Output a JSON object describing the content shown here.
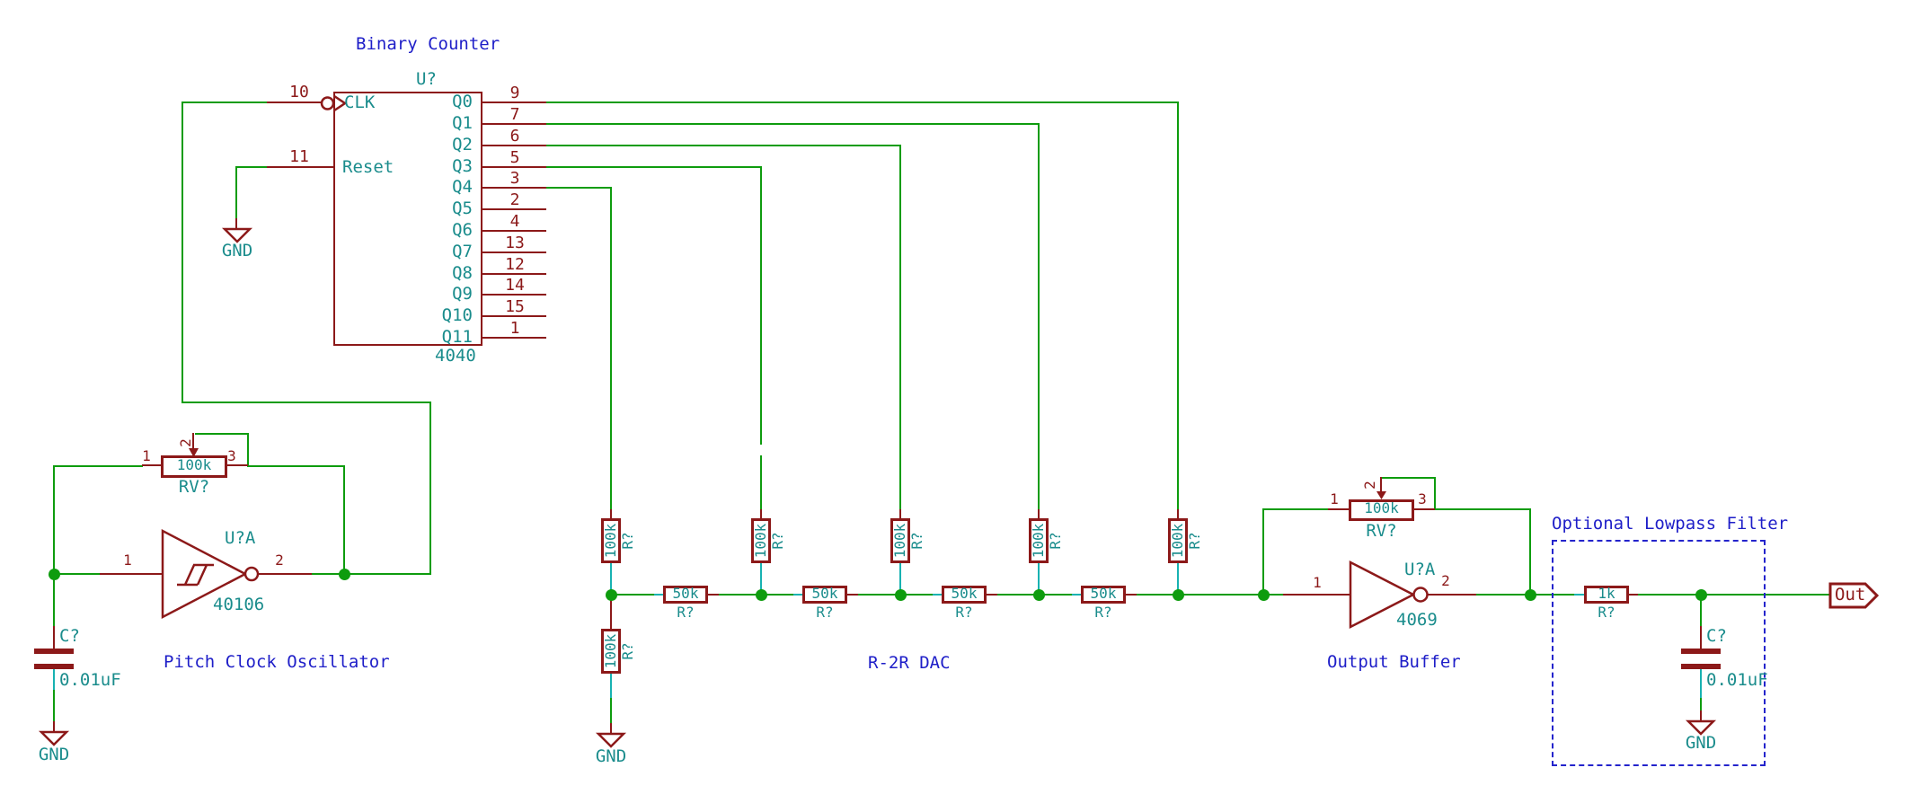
{
  "colors": {
    "wire": "#0e9c0e",
    "symbol": "#8c1919",
    "fields": "#1a8c8c",
    "notes": "#1e1ec8",
    "pin_accent": "#18b2b2",
    "background": "#ffffff"
  },
  "captions": {
    "counter": "Binary Counter",
    "oscillator": "Pitch Clock Oscillator",
    "dac": "R-2R DAC",
    "buffer": "Output Buffer",
    "filter": "Optional Lowpass Filter"
  },
  "counter": {
    "ref": "U?",
    "value": "4040",
    "clk": {
      "number": "10",
      "name": "CLK"
    },
    "reset": {
      "number": "11",
      "name": "Reset"
    },
    "outputs": [
      {
        "name": "Q0",
        "number": "9"
      },
      {
        "name": "Q1",
        "number": "7"
      },
      {
        "name": "Q2",
        "number": "6"
      },
      {
        "name": "Q3",
        "number": "5"
      },
      {
        "name": "Q4",
        "number": "3"
      },
      {
        "name": "Q5",
        "number": "2"
      },
      {
        "name": "Q6",
        "number": "4"
      },
      {
        "name": "Q7",
        "number": "13"
      },
      {
        "name": "Q8",
        "number": "12"
      },
      {
        "name": "Q9",
        "number": "14"
      },
      {
        "name": "Q10",
        "number": "15"
      },
      {
        "name": "Q11",
        "number": "1"
      }
    ],
    "gnd": "GND"
  },
  "oscillator": {
    "pot": {
      "ref": "RV?",
      "value": "100k",
      "pin1": "1",
      "pin2": "2",
      "pin3": "3"
    },
    "inverter": {
      "ref": "U?A",
      "value": "40106",
      "pin_in": "1",
      "pin_out": "2"
    },
    "cap": {
      "ref": "C?",
      "value": "0.01uF"
    },
    "gnd": "GND"
  },
  "dac": {
    "legs": [
      {
        "ref": "R?",
        "value": "100k"
      },
      {
        "ref": "R?",
        "value": "100k"
      },
      {
        "ref": "R?",
        "value": "100k"
      },
      {
        "ref": "R?",
        "value": "100k"
      },
      {
        "ref": "R?",
        "value": "100k"
      }
    ],
    "series": [
      {
        "ref": "R?",
        "value": "50k"
      },
      {
        "ref": "R?",
        "value": "50k"
      },
      {
        "ref": "R?",
        "value": "50k"
      },
      {
        "ref": "R?",
        "value": "50k"
      }
    ],
    "terminator": {
      "ref": "R?",
      "value": "100k"
    },
    "gnd": "GND"
  },
  "buffer": {
    "pot": {
      "ref": "RV?",
      "value": "100k",
      "pin1": "1",
      "pin2": "2",
      "pin3": "3"
    },
    "inverter": {
      "ref": "U?A",
      "value": "4069",
      "pin_in": "1",
      "pin_out": "2"
    }
  },
  "filter": {
    "resistor": {
      "ref": "R?",
      "value": "1k"
    },
    "cap": {
      "ref": "C?",
      "value": "0.01uF"
    },
    "gnd": "GND",
    "out": "Out"
  }
}
